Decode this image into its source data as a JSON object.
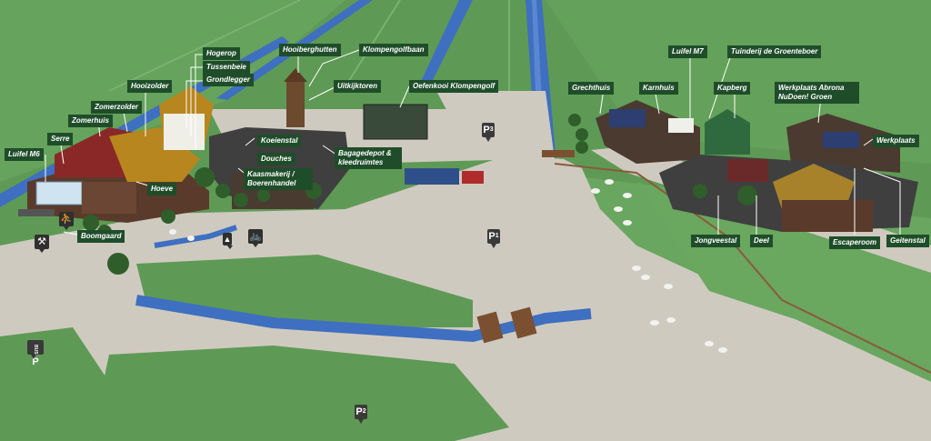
{
  "labels": {
    "hogerop": "Hogerop",
    "tussenbeie": "Tussenbeie",
    "grondlegger": "Grondlegger",
    "hooiberghutten": "Hooiberghutten",
    "klompengolfbaan": "Klompengolfbaan",
    "uitkijktoren": "Uitkijktoren",
    "oefenkooi": "Oefenkooi Klompengolf",
    "hooizolder": "Hooizolder",
    "zomerzolder": "Zomerzolder",
    "zomerhuis": "Zomerhuis",
    "serre": "Serre",
    "luifel_m6": "Luifel M6",
    "hoeve": "Hoeve",
    "boomgaard": "Boomgaard",
    "koeienstal": "Koeienstal",
    "douches": "Douches",
    "bagagedepot": "Bagagedepot & kleedruimtes",
    "kaasmakerij": "Kaasmakerij / Boerenhandel",
    "grechthuis": "Grechthuis",
    "karnhuis": "Karnhuis",
    "luifel_m7": "Luifel M7",
    "tuinderij": "Tuinderij de Groenteboer",
    "kapberg": "Kapberg",
    "werkplaats_abrona": "Werkplaats Abrona NuDoen! Groen",
    "werkplaats": "Werkplaats",
    "jongveestal": "Jongveestal",
    "deel": "Deel",
    "escaperoom": "Escaperoom",
    "geitenstal": "Geitenstal"
  },
  "parking": {
    "p1": "P",
    "p1_num": "1",
    "p2": "P",
    "p2_num": "2",
    "p3": "P",
    "p3_num": "3",
    "bus": "BUS",
    "bus_p": "P"
  },
  "icons": {
    "playground": "playground-icon",
    "picnic": "picnic-table-icon",
    "bicycle": "bicycle-icon",
    "person": "person-icon"
  },
  "colors": {
    "grass": "#5e9a55",
    "grass_light": "#6aa75f",
    "water": "#3e6fc0",
    "path": "#cfcac0",
    "label_bg": "#1f4d2a"
  }
}
